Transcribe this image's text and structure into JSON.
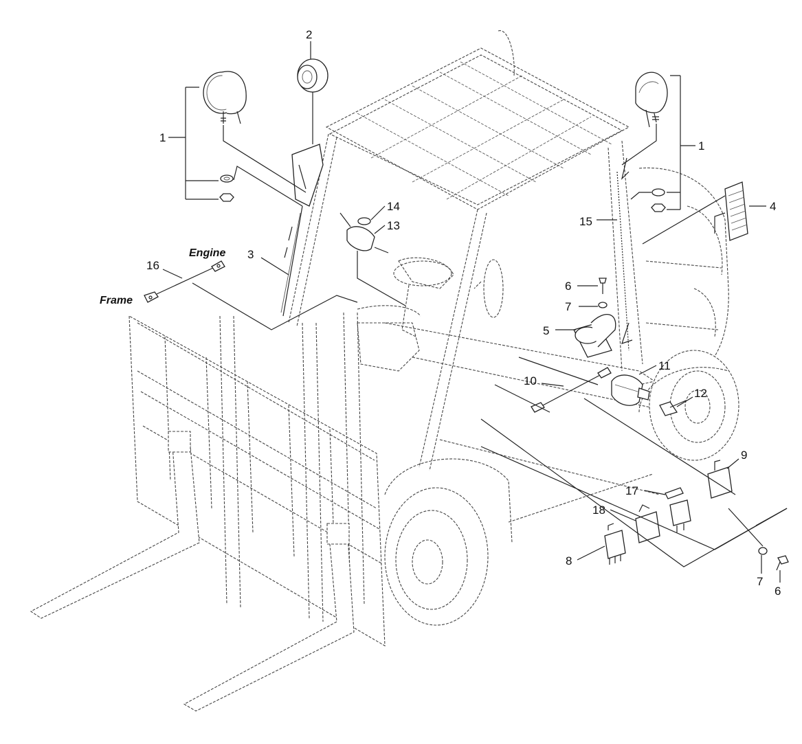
{
  "callouts": {
    "c1_left": "1",
    "c2": "2",
    "c1_right": "1",
    "c4": "4",
    "c14": "14",
    "c13": "13",
    "c15": "15",
    "c3": "3",
    "c16": "16",
    "c6_top": "6",
    "c7_top": "7",
    "c5": "5",
    "c11": "11",
    "c10": "10",
    "c12": "12",
    "c9": "9",
    "c17": "17",
    "c18": "18",
    "c8": "8",
    "c7_bottom": "7",
    "c6_bottom": "6"
  },
  "labels": {
    "engine": "Engine",
    "frame": "Frame"
  }
}
